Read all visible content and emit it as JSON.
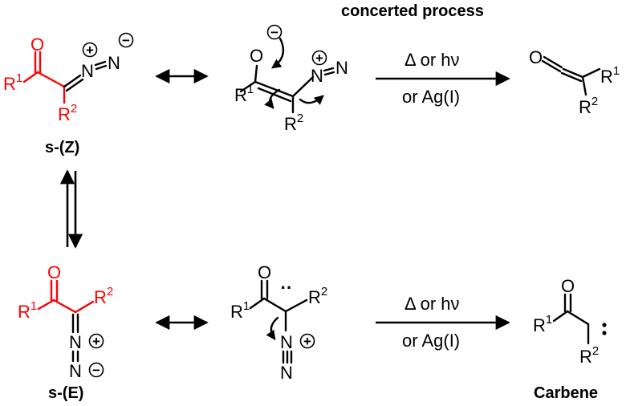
{
  "header": {
    "title": "concerted process"
  },
  "labels": {
    "s_z": "s-(Z)",
    "s_e": "s-(E)",
    "carbene": "Carbene"
  },
  "conditions": {
    "top": {
      "line1": "Δ or hν",
      "line2": "or Ag(I)"
    },
    "bottom": {
      "line1": "Δ or hν",
      "line2": "or Ag(I)"
    }
  },
  "atoms": {
    "O": "O",
    "N": "N",
    "R": "R",
    "sup1": "1",
    "sup2": "2",
    "plus": "+",
    "minus": "−",
    "radical": "··"
  },
  "colors": {
    "highlight": "#ff0000",
    "ink": "#000000"
  }
}
